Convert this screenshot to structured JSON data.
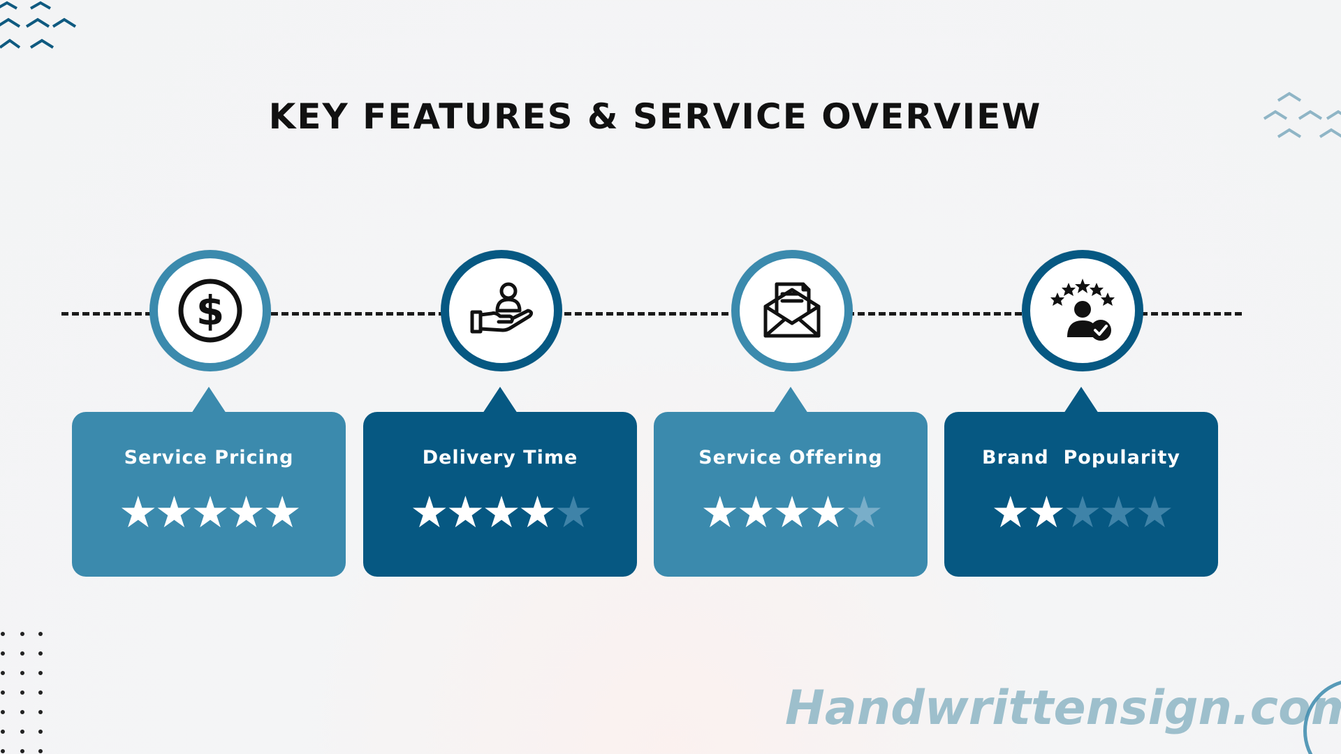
{
  "title": "KEY FEATURES & SERVICE OVERVIEW",
  "watermark": "Handwrittensign.com",
  "colors": {
    "light": "#3b8aad",
    "dark": "#065882",
    "star_on": "#ffffff"
  },
  "features": [
    {
      "label": "Service Pricing",
      "icon": "dollar-icon",
      "style": "light",
      "rating": 5,
      "max": 5
    },
    {
      "label": "Delivery Time",
      "icon": "hand-person-icon",
      "style": "dark",
      "rating": 4,
      "max": 5
    },
    {
      "label": "Service Offering",
      "icon": "envelope-letter-icon",
      "style": "light",
      "rating": 4,
      "max": 5
    },
    {
      "label": "Brand  Popularity",
      "icon": "rating-user-icon",
      "style": "dark",
      "rating": 2,
      "max": 5
    }
  ]
}
